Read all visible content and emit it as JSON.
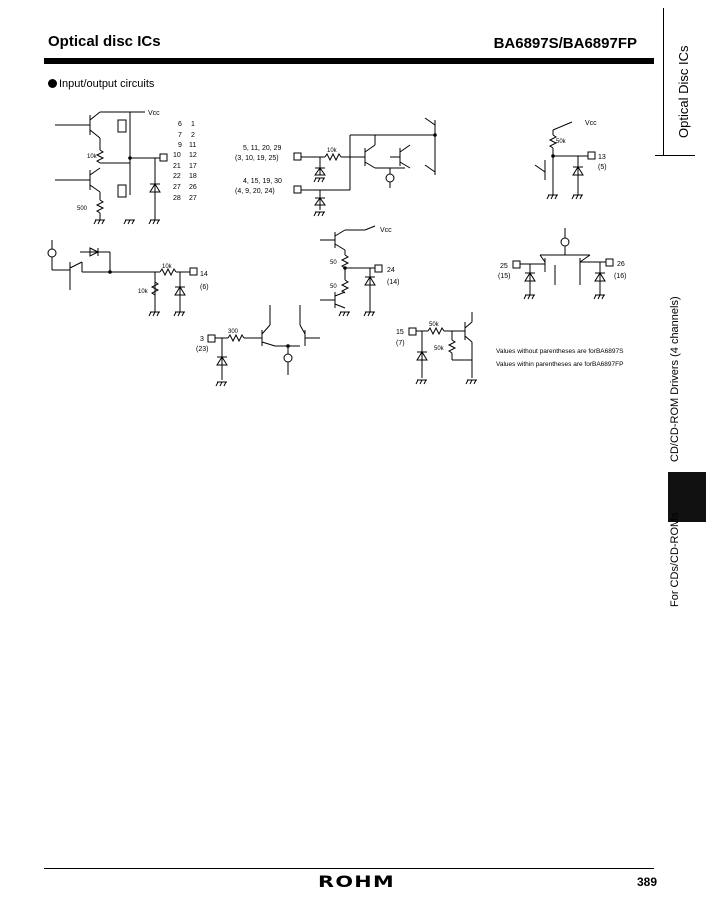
{
  "header": {
    "left": "Optical disc ICs",
    "right": "BA6897S/BA6897FP"
  },
  "side_tabs": {
    "top": "Optical Disc ICs",
    "middle": "CD/CD-ROM Drivers (4 channels)",
    "bottom": "For CDs/CD-ROMs"
  },
  "section_title": "Input/output circuits",
  "notes": {
    "line1": "Values without parentheses are forBA6897S",
    "line2": "Values within parentheses are forBA6897FP"
  },
  "footer": {
    "logo": "ROHM",
    "page_number": "389"
  },
  "circuits": {
    "c1": {
      "vcc": "Vcc",
      "r_top": "10k",
      "r_bottom": "500",
      "pins_s": [
        "6",
        "9",
        "10",
        "21",
        "22",
        "27",
        "28"
      ],
      "pins_s_extra": "7",
      "pins_fp": [
        "1",
        "2",
        "11",
        "12",
        "17",
        "18",
        "26",
        "27"
      ]
    },
    "c2": {
      "pins_a_s": "5, 11, 20, 29",
      "pins_a_fp": "(3, 10, 19, 25)",
      "pins_b_s": "4, 15, 19, 30",
      "pins_b_fp": "(4, 9, 20, 24)",
      "r": "10k"
    },
    "c3": {
      "vcc": "Vcc",
      "r": "50k",
      "pin_s": "13",
      "pin_fp": "(5)"
    },
    "c4": {
      "r1": "10k",
      "r2": "10k",
      "pin_s": "14",
      "pin_fp": "(6)"
    },
    "c5": {
      "vcc": "Vcc",
      "r1": "50",
      "r2": "50",
      "pin_s": "24",
      "pin_fp": "(14)"
    },
    "c6": {
      "pin_a_s": "25",
      "pin_a_fp": "(15)",
      "pin_b_s": "26",
      "pin_b_fp": "(16)"
    },
    "c7": {
      "pin_s": "3",
      "pin_fp": "(23)",
      "r": "300"
    },
    "c8": {
      "pin_s": "15",
      "pin_fp": "(7)",
      "r1": "50k",
      "r2": "50k"
    }
  }
}
